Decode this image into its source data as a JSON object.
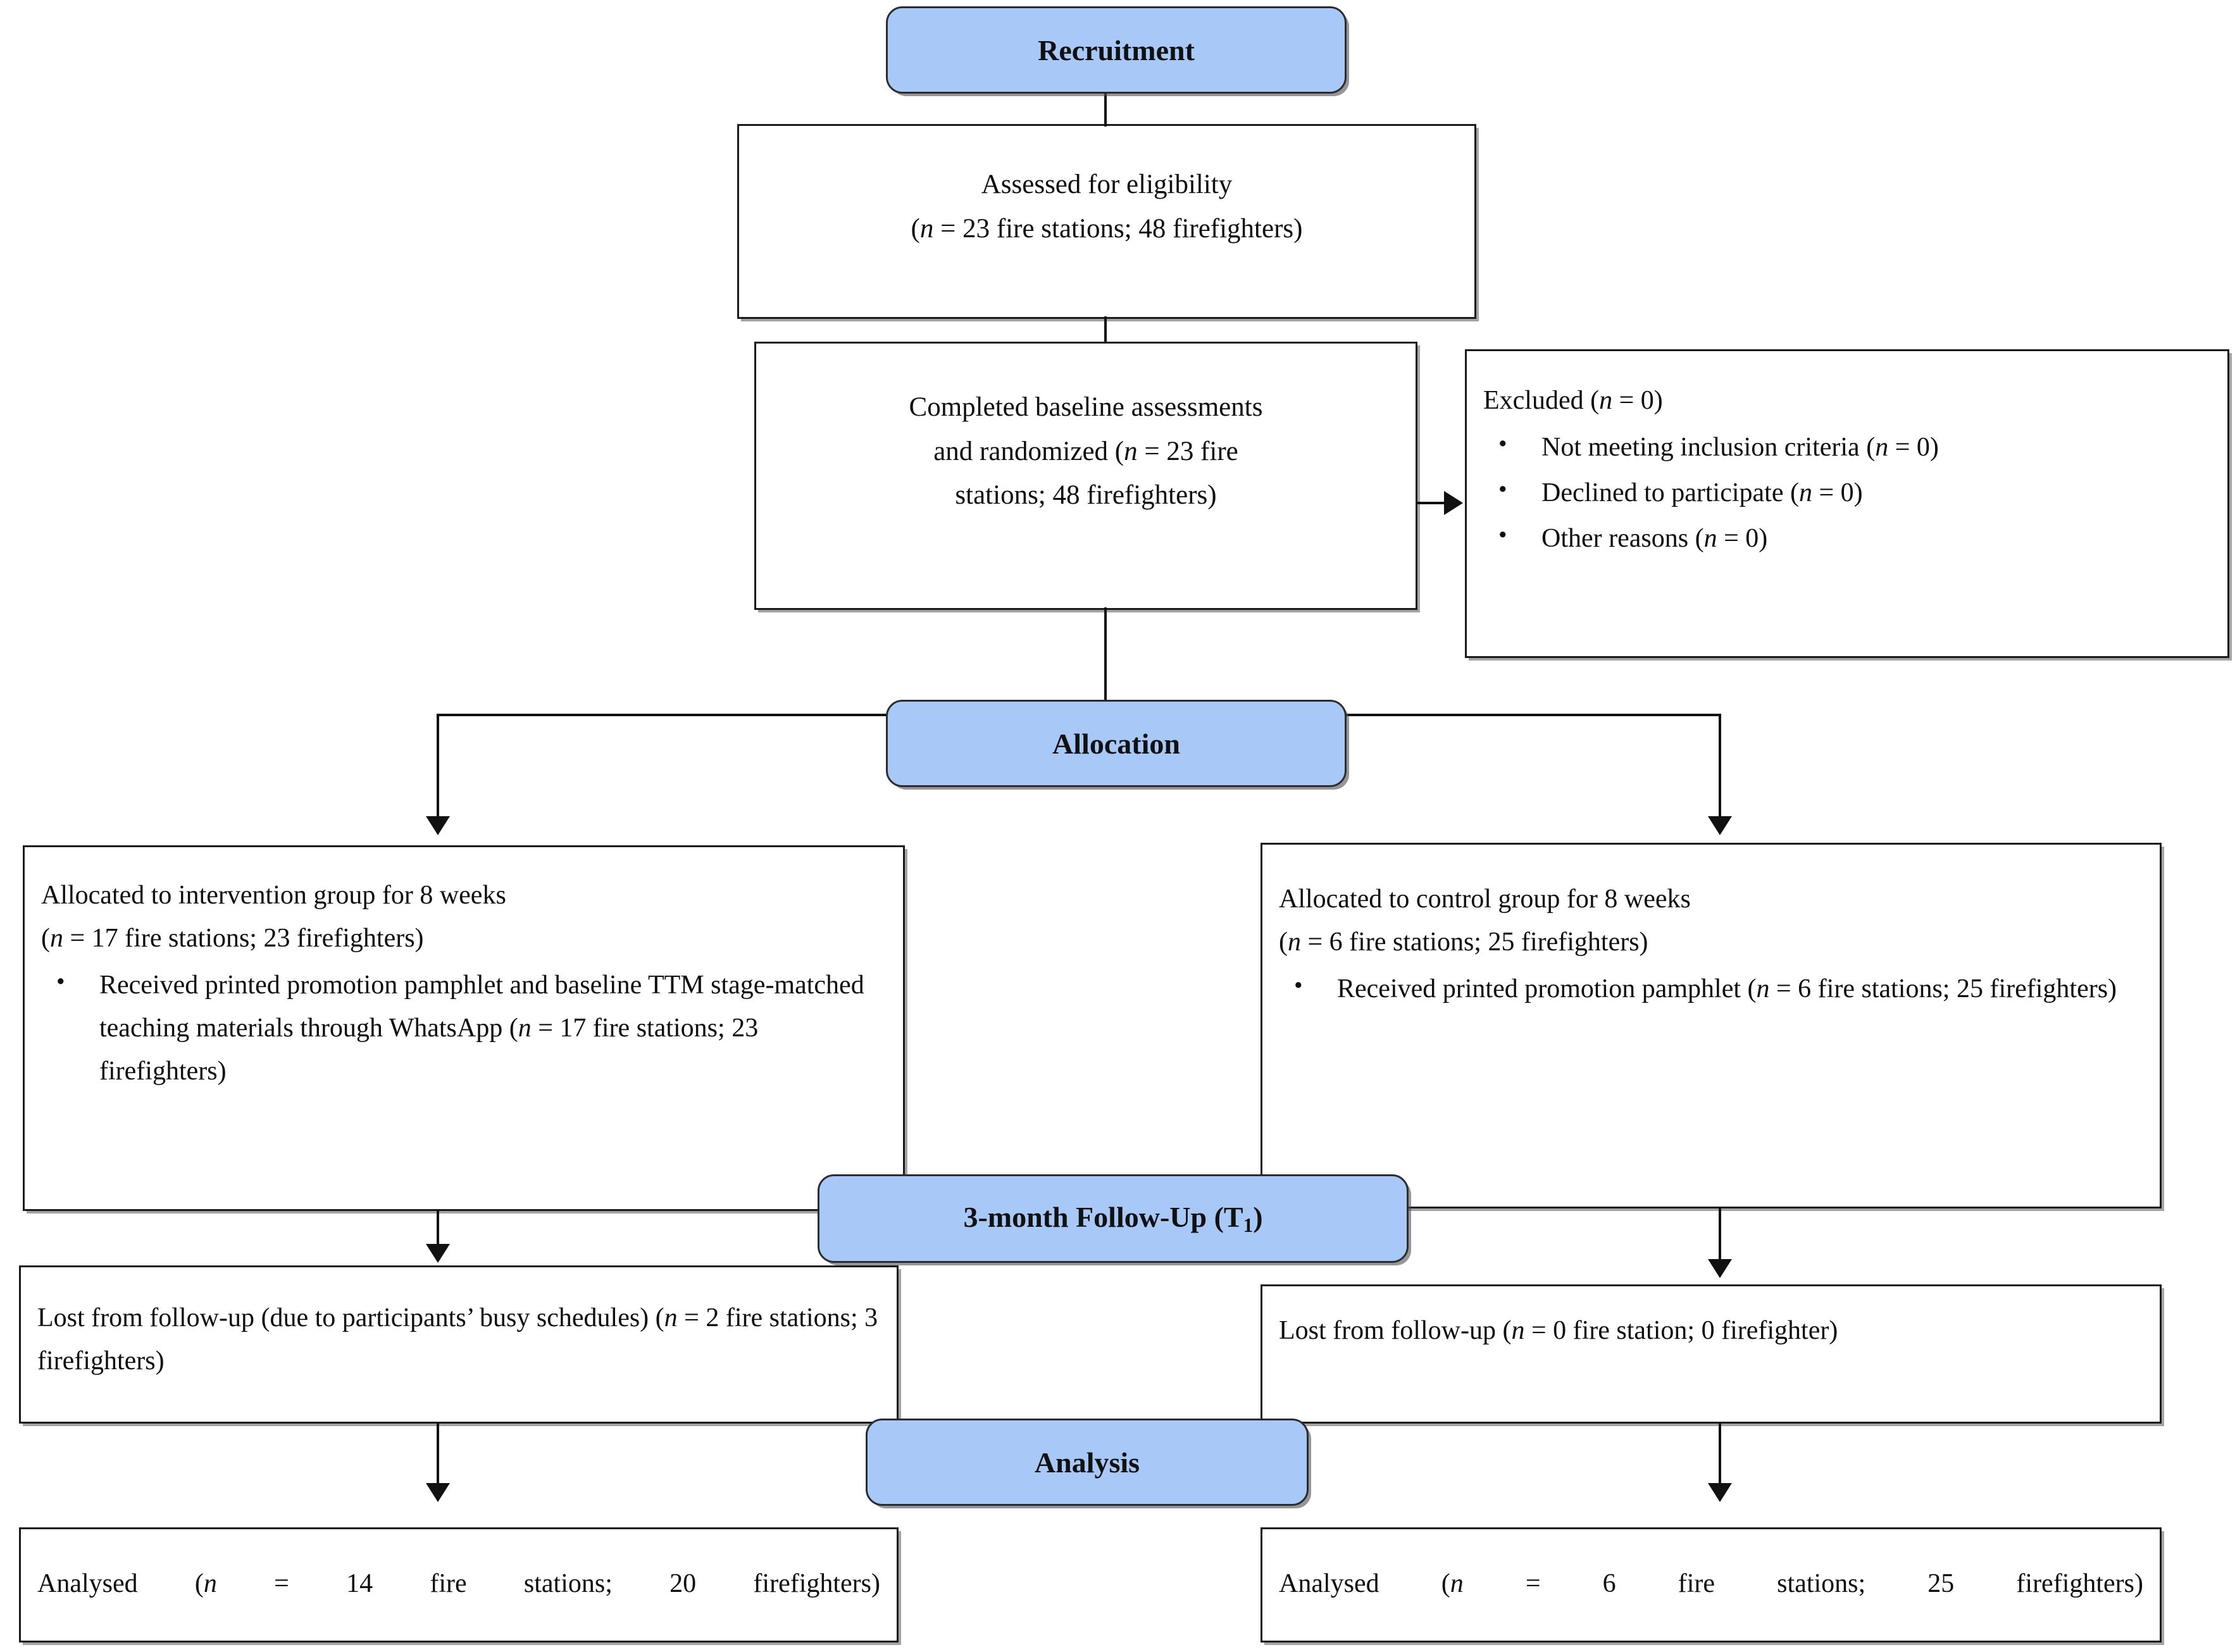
{
  "diagram": {
    "title": "CONSORT participant flow diagram",
    "accent_color": "#a8c8f8",
    "border_color": "#1a1a1a",
    "background_color": "#ffffff"
  },
  "banners": {
    "recruitment": "Recruitment",
    "allocation": "Allocation",
    "followup_prefix": "3-month Follow-Up (T",
    "followup_sub": "1",
    "followup_suffix": ")",
    "analysis": "Analysis"
  },
  "boxes": {
    "assessed": {
      "line1": "Assessed for eligibility",
      "line2_open": "(",
      "line2_n": "n",
      "line2_rest": " = 23 fire stations; 48 firefighters)"
    },
    "randomized": {
      "line1": "Completed baseline assessments",
      "line2_open": "and randomized (",
      "line2_n": "n",
      "line2_rest": " = 23 fire",
      "line3": "stations; 48 firefighters)"
    },
    "excluded": {
      "heading_open": "Excluded (",
      "heading_n": "n",
      "heading_rest": " = 0)",
      "items": [
        {
          "text": "Not meeting inclusion criteria (",
          "n": "n",
          "tail": " = 0)"
        },
        {
          "text": "Declined to participate (",
          "n": "n",
          "tail": " = 0)"
        },
        {
          "text": "Other reasons (",
          "n": "n",
          "tail": " = 0)"
        }
      ]
    },
    "alloc_intervention": {
      "line1": "Allocated to intervention group for 8 weeks",
      "line2_open": "(",
      "line2_n": "n",
      "line2_rest": " = 17 fire stations; 23 firefighters)",
      "bullet_a": "Received printed promotion pamphlet and baseline TTM stage-matched teaching materials through WhatsApp (",
      "bullet_a_n": "n",
      "bullet_a_tail": " = 17 fire stations; 23 firefighters)"
    },
    "alloc_control": {
      "line1": "Allocated to control group for 8 weeks",
      "line2_open": "(",
      "line2_n": "n",
      "line2_rest": " =  6 fire stations; 25 firefighters)",
      "bullet_a": "Received printed promotion pamphlet (",
      "bullet_a_n": "n",
      "bullet_a_tail": " = 6 fire stations; 25 firefighters)"
    },
    "lost_intervention": {
      "text_open": "Lost from follow-up (due to participants’ busy schedules) (",
      "text_n": "n",
      "text_tail": " = 2 fire stations; 3 firefighters)"
    },
    "lost_control": {
      "text_open": "Lost from follow-up (",
      "text_n": "n",
      "text_tail": " = 0 fire station; 0 firefighter)"
    },
    "analysed_intervention": {
      "text_open": "Analysed (",
      "text_n": "n",
      "text_tail": " = 14 fire stations; 20 firefighters)"
    },
    "analysed_control": {
      "text_open": "Analysed (",
      "text_n": "n",
      "text_tail": " = 6 fire stations; 25 firefighters)"
    }
  }
}
